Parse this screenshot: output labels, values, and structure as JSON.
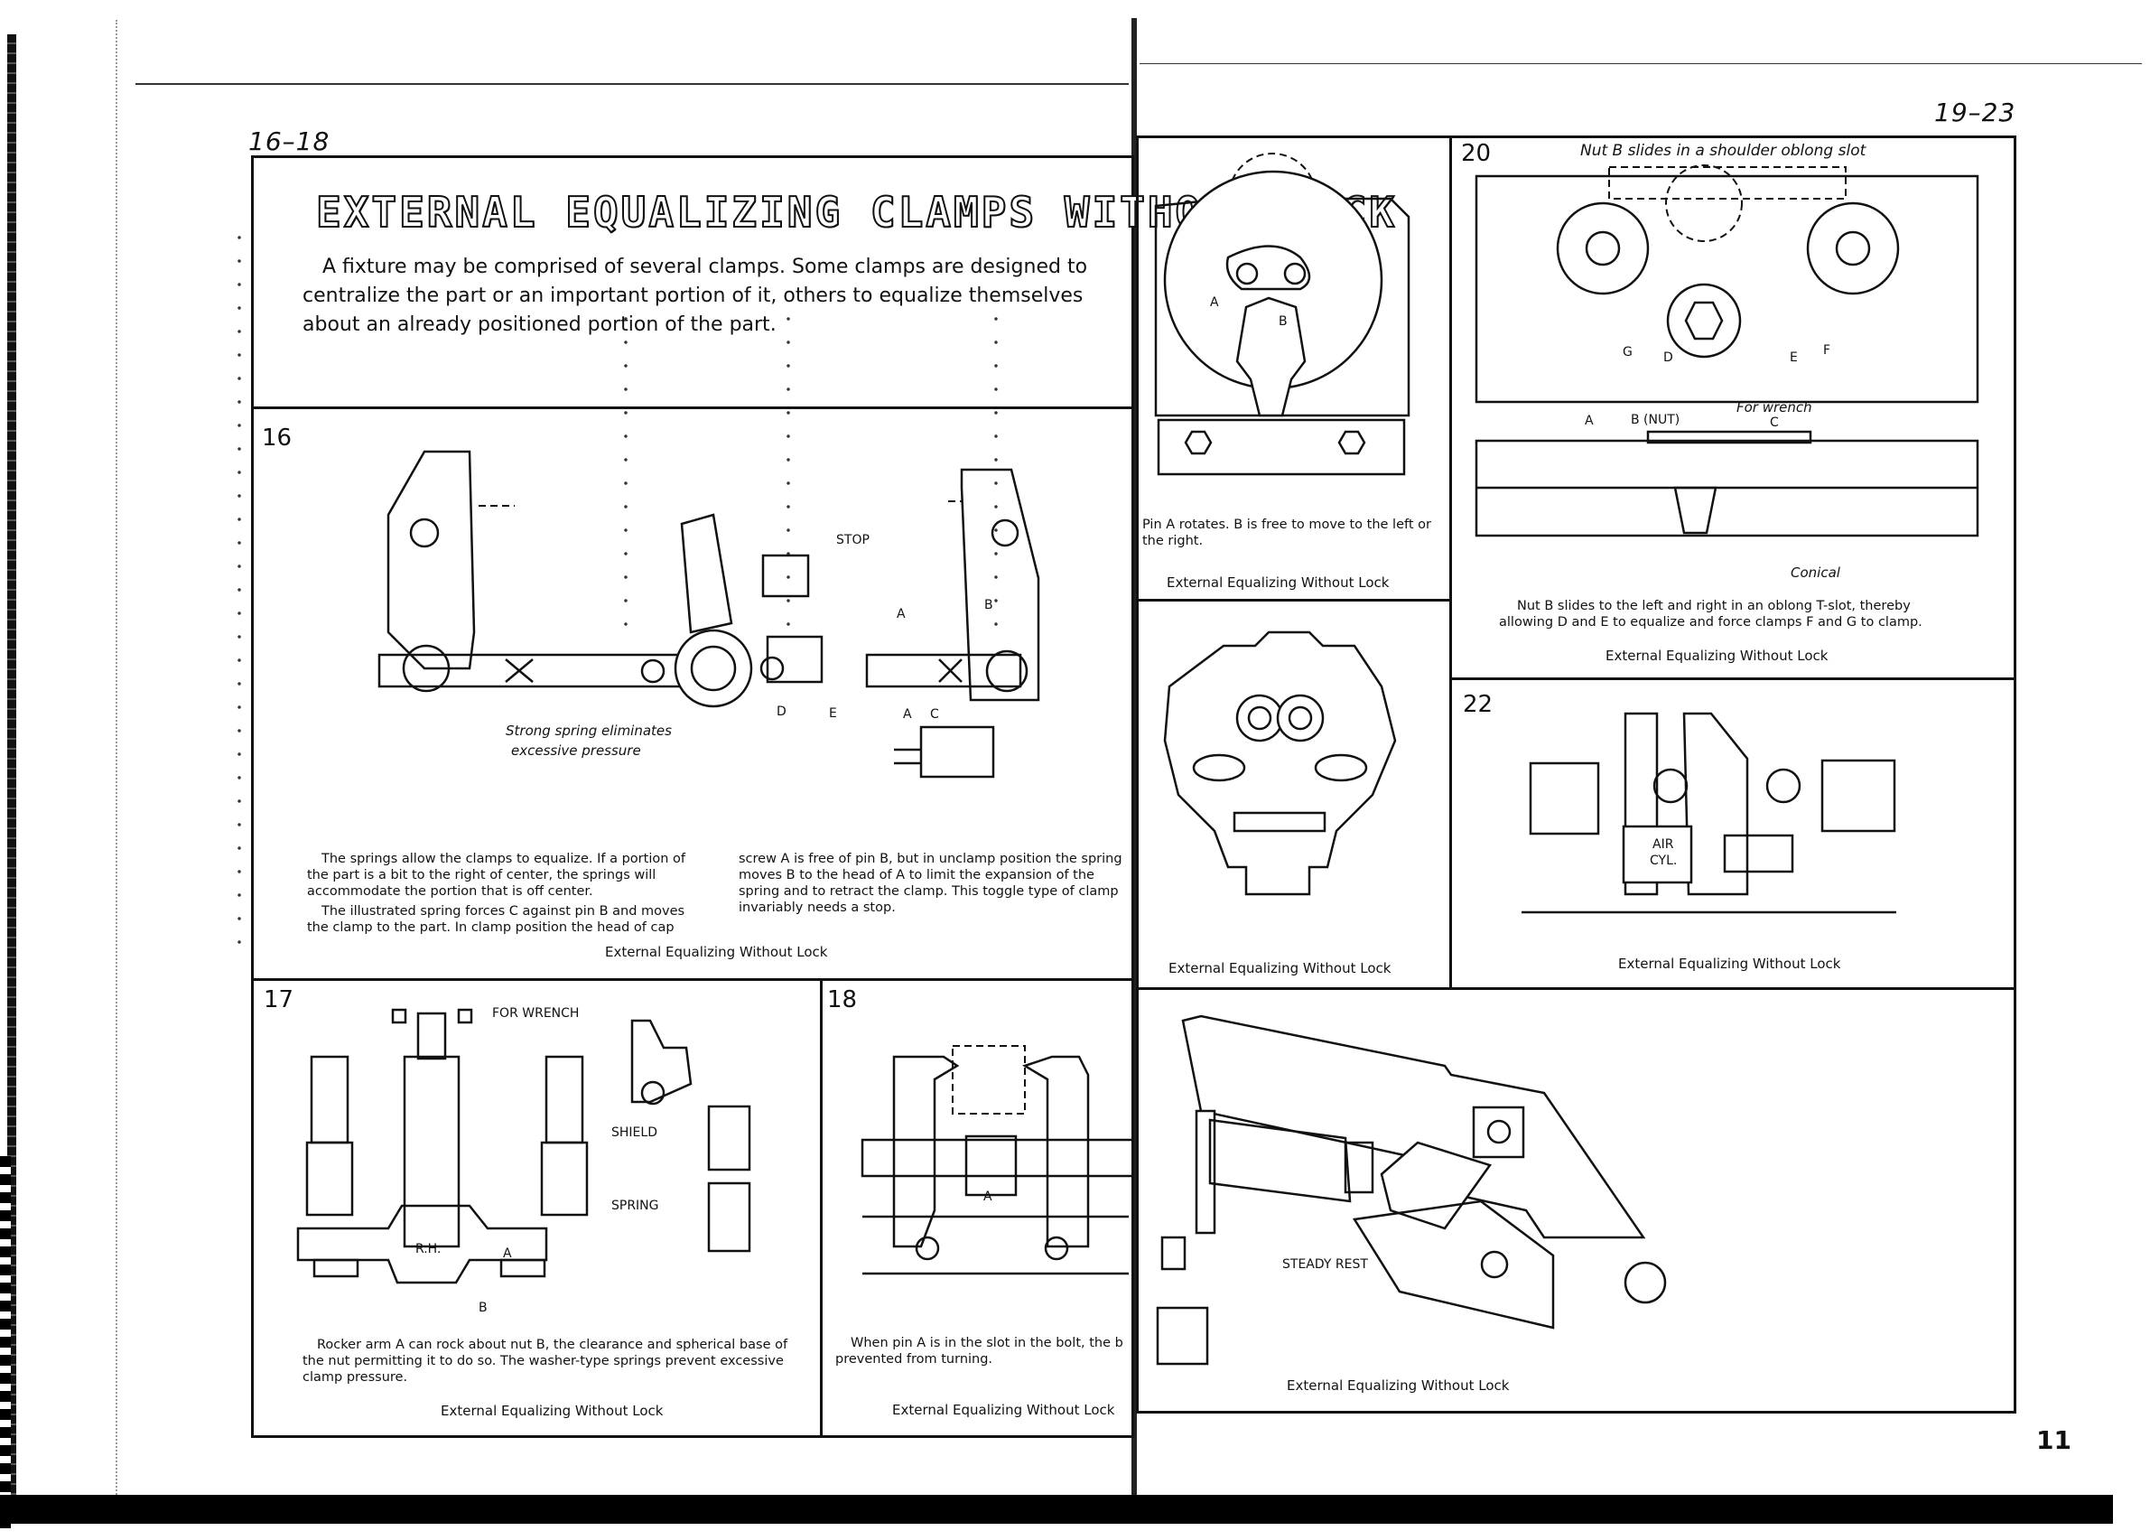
{
  "left_page": {
    "page_range": "16–18",
    "title": "EXTERNAL EQUALIZING CLAMPS WITHOUT LOCK",
    "intro": "A fixture may be comprised of several clamps. Some clamps are designed to centralize the part or an important portion of it, others to equalize themselves about an already positioned portion of the part.",
    "fig16": {
      "number": "16",
      "labels": {
        "stop": "STOP",
        "a": "A",
        "b": "B",
        "c": "C",
        "d": "D",
        "e": "E",
        "spring_note_1": "Strong spring eliminates",
        "spring_note_2": "excessive pressure"
      },
      "text_col1_p1": "The springs allow the clamps to equalize. If a portion of the part is a bit to the right of center, the springs will accommodate the portion that is off center.",
      "text_col1_p2": "The illustrated spring forces C against pin B and moves the clamp to the part. In clamp position the head of cap",
      "text_col2": "screw A is free of pin B, but in unclamp position the spring moves B to the head of A to limit the expansion of the spring and to retract the clamp. This toggle type of clamp invariably needs a stop.",
      "caption": "External Equalizing Without Lock"
    },
    "fig17": {
      "number": "17",
      "labels": {
        "for_wrench": "FOR WRENCH",
        "rh": "R.H.",
        "a": "A",
        "b": "B",
        "shield": "SHIELD",
        "spring": "SPRING"
      },
      "text": "Rocker arm A can rock about nut B, the clearance and spherical base of the nut permitting it to do so. The washer-type springs prevent excessive clamp pressure.",
      "caption": "External Equalizing Without Lock"
    },
    "fig18": {
      "number": "18",
      "labels": {
        "a": "A"
      },
      "text": "When pin A is in the slot in the bolt, the b",
      "text_2": "prevented from turning.",
      "caption": "External Equalizing Without Lock"
    }
  },
  "right_page": {
    "page_range": "19–23",
    "fig19": {
      "labels": {
        "a": "A",
        "b": "B"
      },
      "text": "Pin A rotates. B is free to move to the left or the right.",
      "caption": "External Equalizing Without Lock"
    },
    "fig20": {
      "number": "20",
      "heading": "Nut B slides in a shoulder oblong slot",
      "labels": {
        "g": "G",
        "d": "D",
        "e": "E",
        "f": "F",
        "a": "A",
        "b_nut": "B (NUT)",
        "for_wrench": "For wrench",
        "c": "C",
        "conical": "Conical"
      },
      "text": "Nut B slides to the left and right in an oblong T-slot, thereby allowing D and E to equalize and force clamps F and G to clamp.",
      "caption": "External Equalizing Without Lock"
    },
    "fig21": {
      "caption": "External Equalizing Without Lock"
    },
    "fig22": {
      "number": "22",
      "labels": {
        "air_cyl_1": "AIR",
        "air_cyl_2": "CYL."
      },
      "caption": "External Equalizing Without Lock"
    },
    "fig23": {
      "labels": {
        "steady_rest": "STEADY REST"
      },
      "caption": "External Equalizing Without Lock"
    },
    "page_mark": "11"
  }
}
